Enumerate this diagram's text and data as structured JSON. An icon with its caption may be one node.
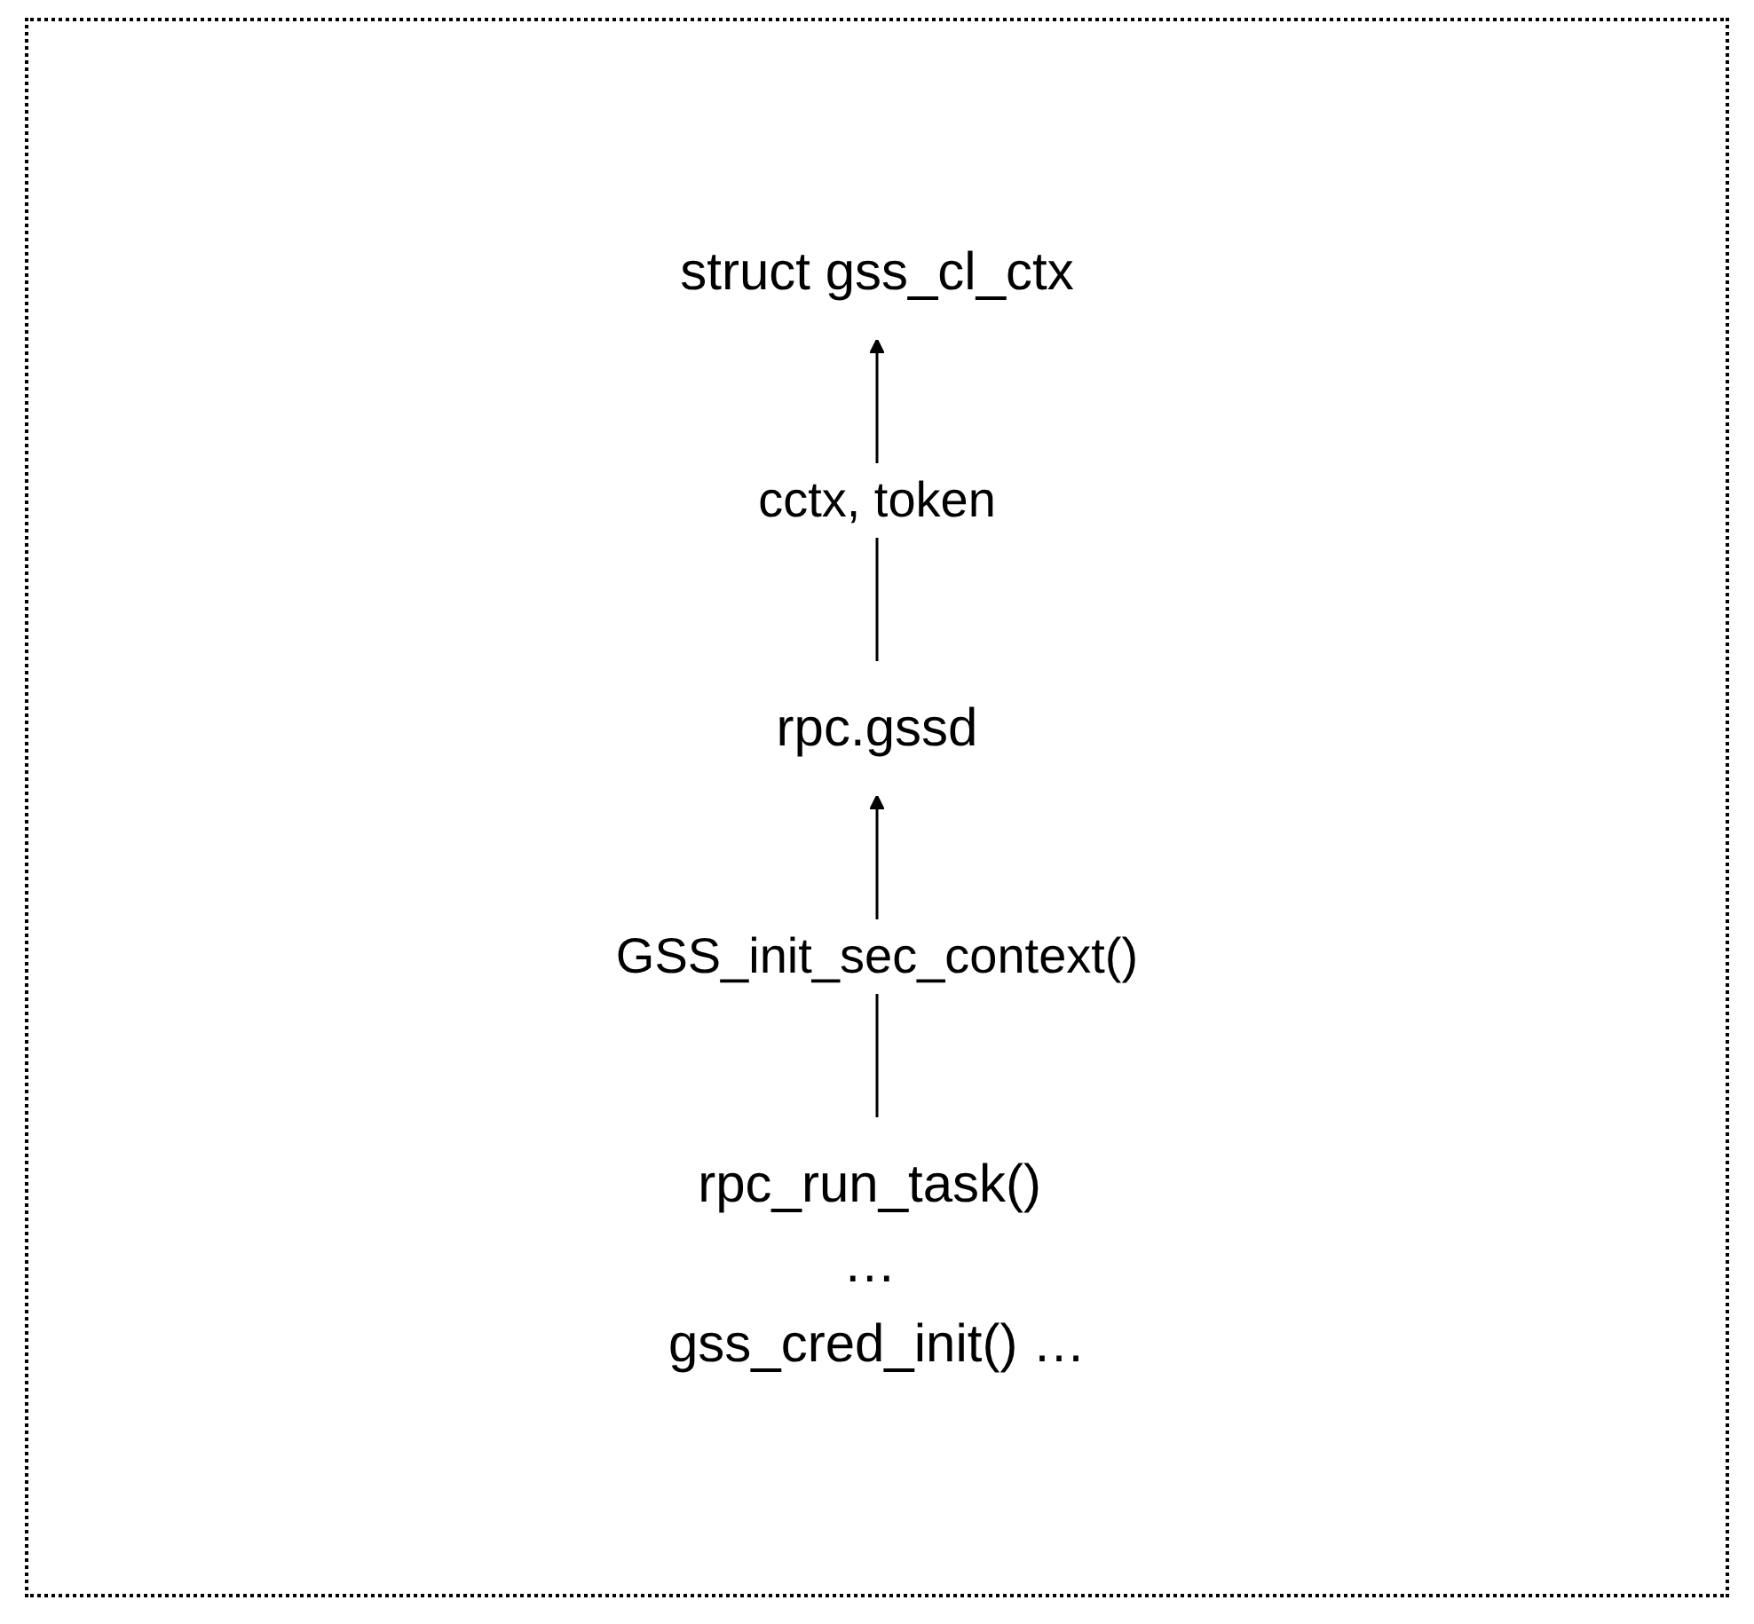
{
  "diagram": {
    "nodes": [
      {
        "text": [
          "rpc.gssd"
        ]
      },
      {
        "text": [
          "rpc_run_task() … gss_cred_init() …"
        ]
      },
      {
        "text": [
          "struct gss_cl_ctx"
        ]
      }
    ],
    "edges": [
      {
        "from": 1,
        "to": 0,
        "arrow": "to",
        "label": "GSS_init_sec_context()"
      },
      {
        "from": 0,
        "to": 2,
        "arrow": "to",
        "label": "cctx, token"
      }
    ]
  }
}
